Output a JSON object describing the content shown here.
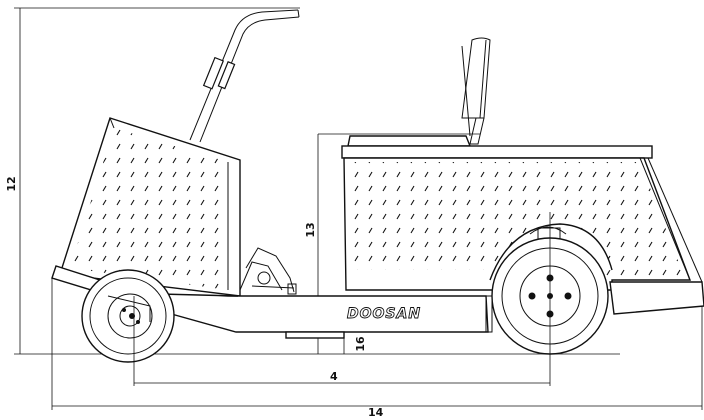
{
  "brand": {
    "text": "DOOSAN"
  },
  "dimensions": {
    "overall_height": "12",
    "platform_height": "13",
    "ground_clearance": "16",
    "wheelbase": "4",
    "overall_length": "14"
  },
  "colors": {
    "line": "#111111",
    "background": "#ffffff"
  }
}
